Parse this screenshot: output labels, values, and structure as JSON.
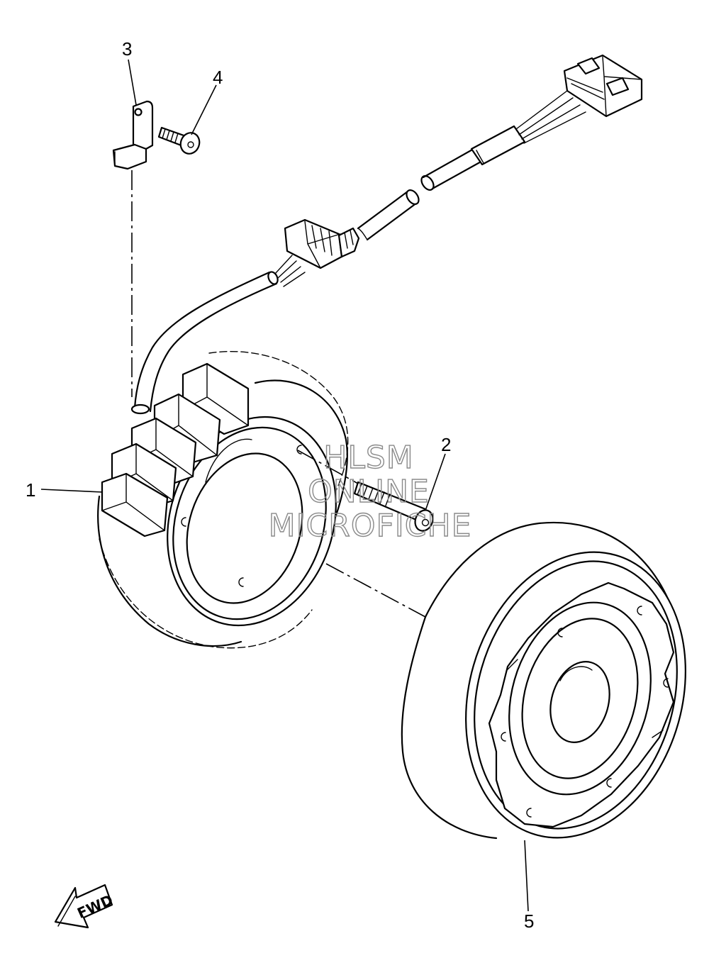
{
  "callouts": [
    {
      "id": "1",
      "label": "1"
    },
    {
      "id": "2",
      "label": "2"
    },
    {
      "id": "3",
      "label": "3"
    },
    {
      "id": "4",
      "label": "4"
    },
    {
      "id": "5",
      "label": "5"
    }
  ],
  "watermark": {
    "line1": "HLSM",
    "line2": "ONLINE",
    "line3": "MICROFICHE"
  },
  "direction_indicator": {
    "label": "FWD",
    "icon": "fwd-arrow-icon"
  }
}
